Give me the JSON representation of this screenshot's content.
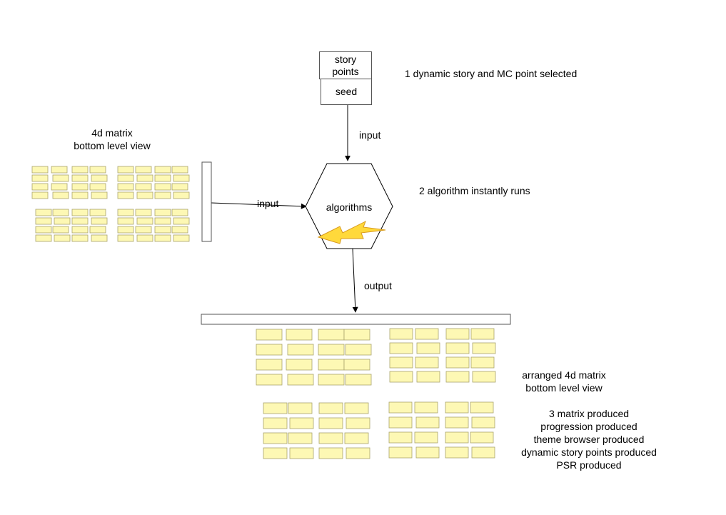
{
  "story_box": {
    "line1": "story",
    "line2": "points"
  },
  "seed_box": {
    "label": "seed"
  },
  "step1_label": "1 dynamic story and MC point selected",
  "input_top_label": "input",
  "input_left_label": "input",
  "matrix_title": {
    "line1": "4d matrix",
    "line2": "bottom level view"
  },
  "algorithms_label": "algorithms",
  "step2_label": "2 algorithm instantly runs",
  "output_label": "output",
  "arranged_title": {
    "line1": "arranged 4d matrix",
    "line2": "bottom level view"
  },
  "produced_lines": [
    "3 matrix produced",
    "progression produced",
    "theme browser produced",
    "dynamic story points produced",
    "PSR produced"
  ],
  "colors": {
    "card_fill": "#fdf8b4",
    "card_border": "#a9a36c",
    "line": "#000000",
    "bolt_fill": "#ffd93b",
    "bolt_stroke": "#d99a1c"
  },
  "icons": {
    "bolt": "lightning-bolt-icon"
  }
}
